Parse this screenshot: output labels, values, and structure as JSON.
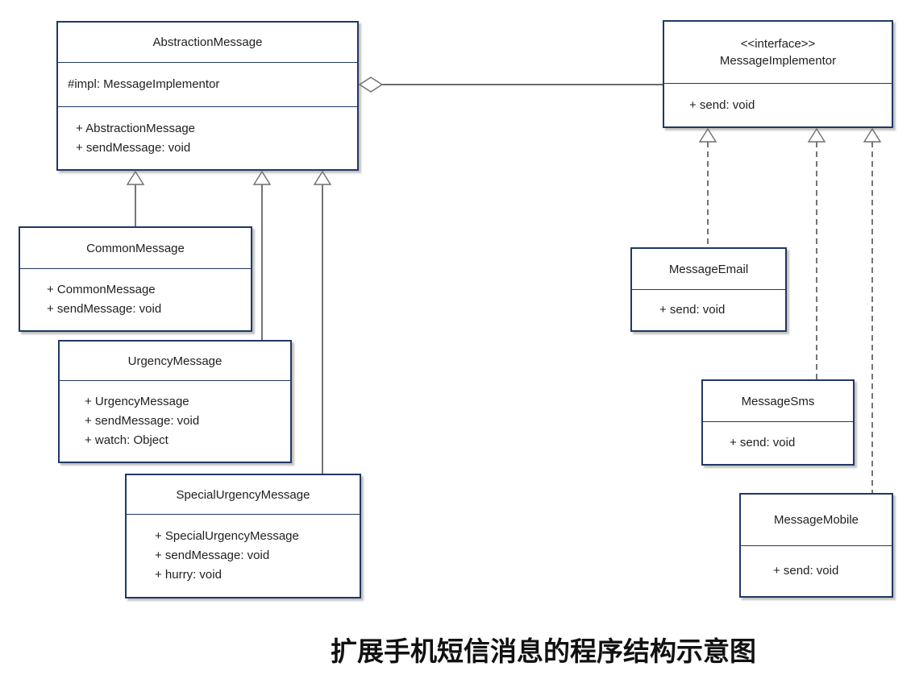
{
  "caption": "扩展手机短信消息的程序结构示意图",
  "colors": {
    "box-border": "#1f3864",
    "box-fill": "#ffffff",
    "text": "#1f1f1f",
    "line": "#3a3a3a",
    "shape-outline": "#6e6e6e"
  },
  "classes": {
    "abstraction": {
      "name": "AbstractionMessage",
      "attributes": [
        "#impl: MessageImplementor"
      ],
      "methods": [
        "+ AbstractionMessage",
        "+ sendMessage: void"
      ]
    },
    "implementor": {
      "stereotype": "<<interface>>",
      "name": "MessageImplementor",
      "methods": [
        "+ send: void"
      ]
    },
    "common": {
      "name": "CommonMessage",
      "methods": [
        "+ CommonMessage",
        "+ sendMessage: void"
      ]
    },
    "urgency": {
      "name": "UrgencyMessage",
      "methods": [
        "+ UrgencyMessage",
        "+ sendMessage: void",
        "+ watch: Object"
      ]
    },
    "special": {
      "name": "SpecialUrgencyMessage",
      "methods": [
        "+ SpecialUrgencyMessage",
        "+ sendMessage: void",
        "+ hurry: void"
      ]
    },
    "email": {
      "name": "MessageEmail",
      "methods": [
        "+ send: void"
      ]
    },
    "sms": {
      "name": "MessageSms",
      "methods": [
        "+ send: void"
      ]
    },
    "mobile": {
      "name": "MessageMobile",
      "methods": [
        "+ send: void"
      ]
    }
  },
  "relationships": [
    {
      "type": "aggregation",
      "from": "AbstractionMessage",
      "to": "MessageImplementor"
    },
    {
      "type": "generalization",
      "from": "CommonMessage",
      "to": "AbstractionMessage"
    },
    {
      "type": "generalization",
      "from": "UrgencyMessage",
      "to": "AbstractionMessage"
    },
    {
      "type": "generalization",
      "from": "SpecialUrgencyMessage",
      "to": "AbstractionMessage"
    },
    {
      "type": "realization",
      "from": "MessageEmail",
      "to": "MessageImplementor"
    },
    {
      "type": "realization",
      "from": "MessageSms",
      "to": "MessageImplementor"
    },
    {
      "type": "realization",
      "from": "MessageMobile",
      "to": "MessageImplementor"
    }
  ]
}
